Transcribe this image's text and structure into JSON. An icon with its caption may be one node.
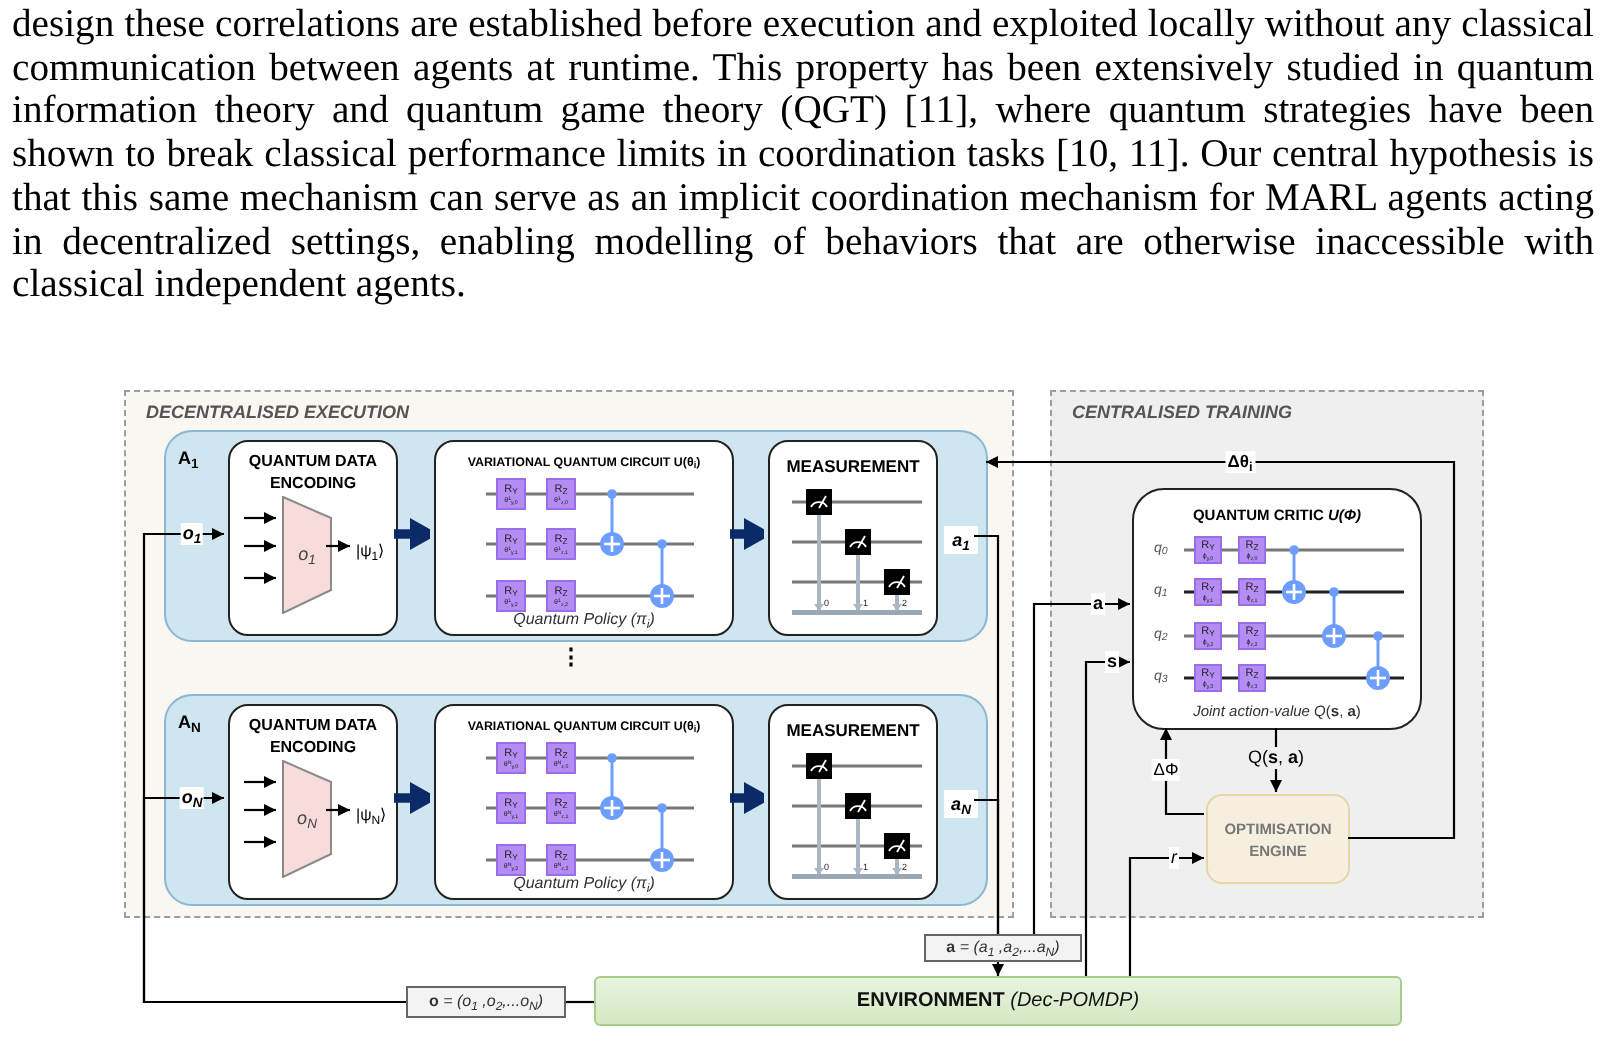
{
  "diagram": {
    "nodes": [
      {
        "text": [
          "DECENTRALISED EXECUTION"
        ]
      },
      {
        "text": [
          "A$_{1}$"
        ],
        "in": 0
      },
      {
        "text": [
          "QUANTUM DATA ENCODING"
        ],
        "in": 1
      },
      {
        "text": [
          "o$_{1}$"
        ],
        "in": 2
      },
      {
        "text": [
          "|ψ$_{1}$⟩"
        ],
        "in": 2
      },
      {
        "text": [
          "VARIATIONAL QUANTUM CIRCUIT U(θ$_{i}$)",
          "Quantum Policy (π$_{i}$)"
        ],
        "in": 1
      },
      {
        "text": [
          "R$_{Y}$",
          "θ$^{1}$$_{y,0}$"
        ],
        "in": 5
      },
      {
        "text": [
          "R$_{Z}$",
          "θ$^{1}$$_{z,0}$"
        ],
        "in": 5
      },
      {
        "text": [
          "R$_{Y}$",
          "θ$^{1}$$_{y,1}$"
        ],
        "in": 5
      },
      {
        "text": [
          "R$_{Z}$",
          "θ$^{1}$$_{z,1}$"
        ],
        "in": 5
      },
      {
        "text": [
          "R$_{Y}$",
          "θ$^{1}$$_{y,2}$"
        ],
        "in": 5
      },
      {
        "text": [
          "R$_{Z}$",
          "θ$^{1}$$_{z,2}$"
        ],
        "in": 5
      },
      {
        "text": [
          "MEASUREMENT",
          "0",
          "1",
          "2"
        ],
        "in": 1
      },
      {
        "text": [
          "a$_{1}$"
        ],
        "in": 1
      },
      {
        "text": [
          "A$_{N}$"
        ],
        "in": 0
      },
      {
        "text": [
          "QUANTUM DATA ENCODING"
        ],
        "in": 14
      },
      {
        "text": [
          "o$_{N}$"
        ],
        "in": 15
      },
      {
        "text": [
          "|ψ$_{N}$⟩"
        ],
        "in": 15
      },
      {
        "text": [
          "VARIATIONAL QUANTUM CIRCUIT U(θ$_{i}$)",
          "Quantum Policy (π$_{i}$)"
        ],
        "in": 14
      },
      {
        "text": [
          "R$_{Y}$",
          "θ$^{N}$$_{y,0}$"
        ],
        "in": 18
      },
      {
        "text": [
          "R$_{Z}$",
          "θ$^{N}$$_{z,0}$"
        ],
        "in": 18
      },
      {
        "text": [
          "R$_{Y}$",
          "θ$^{N}$$_{y,1}$"
        ],
        "in": 18
      },
      {
        "text": [
          "R$_{Z}$",
          "θ$^{N}$$_{z,1}$"
        ],
        "in": 18
      },
      {
        "text": [
          "R$_{Y}$",
          "θ$^{N}$$_{y,2}$"
        ],
        "in": 18
      },
      {
        "text": [
          "R$_{Z}$",
          "θ$^{N}$$_{z,2}$"
        ],
        "in": 18
      },
      {
        "text": [
          "MEASUREMENT",
          "0",
          "1",
          "2"
        ],
        "in": 14
      },
      {
        "text": [
          "a$_{N}$"
        ],
        "in": 14
      },
      {
        "text": [
          "CENTRALISED TRAINING"
        ]
      },
      {
        "text": [
          "QUANTUM CRITIC *U(Φ)*",
          "q$_{0}$",
          "q$_{1}$",
          "q$_{2}$",
          "q$_{3}$",
          "*Joint action-value Q*(**s**, **a**)"
        ],
        "in": 27
      },
      {
        "text": [
          "R$_{Y}$",
          "ϕ$_{y,0}$"
        ],
        "in": 28
      },
      {
        "text": [
          "R$_{Z}$",
          "ϕ$_{z,0}$"
        ],
        "in": 28
      },
      {
        "text": [
          "R$_{Y}$",
          "ϕ$_{y,1}$"
        ],
        "in": 28
      },
      {
        "text": [
          "R$_{Z}$",
          "ϕ$_{z,1}$"
        ],
        "in": 28
      },
      {
        "text": [
          "R$_{Y}$",
          "ϕ$_{y,2}$"
        ],
        "in": 28
      },
      {
        "text": [
          "R$_{Z}$",
          "ϕ$_{z,2}$"
        ],
        "in": 28
      },
      {
        "text": [
          "R$_{Y}$",
          "ϕ$_{y,3}$"
        ],
        "in": 28
      },
      {
        "text": [
          "R$_{Z}$",
          "ϕ$_{z,3}$"
        ],
        "in": 28
      },
      {
        "text": [
          "OPTIMISATION ENGINE"
        ],
        "in": 27
      },
      {
        "text": [
          "**ENVIRONMENT** *(Dec-POMDP)*"
        ]
      },
      {
        "text": [
          "**o** = (o$_{1}$ ,o$_{2}$,...o$_{N}$)"
        ]
      },
      {
        "text": [
          "**a** = (a$_{1}$ ,a$_{2}$,...a$_{N}$)"
        ]
      }
    ],
    "edges": [
      {
        "from": null,
        "to": 3,
        "arrow": "to"
      },
      {
        "from": null,
        "to": 3,
        "arrow": "to"
      },
      {
        "from": null,
        "to": 3,
        "arrow": "to"
      },
      {
        "from": 3,
        "to": 4,
        "arrow": "to"
      },
      {
        "from": 2,
        "to": 5,
        "arrow": "to",
        "style": "thick",
        "color": "#0b2b68"
      },
      {
        "from": 5,
        "to": 12,
        "arrow": "to",
        "style": "thick",
        "color": "#0b2b68"
      },
      {
        "from": null,
        "to": 16,
        "arrow": "to"
      },
      {
        "from": null,
        "to": 16,
        "arrow": "to"
      },
      {
        "from": null,
        "to": 16,
        "arrow": "to"
      },
      {
        "from": 16,
        "to": 17,
        "arrow": "to"
      },
      {
        "from": 15,
        "to": 18,
        "arrow": "to",
        "style": "thick",
        "color": "#0b2b68"
      },
      {
        "from": 18,
        "to": 25,
        "arrow": "to",
        "style": "thick",
        "color": "#0b2b68"
      },
      {
        "from": 39,
        "to": 2,
        "arrow": "to",
        "label": "o$_{1}$"
      },
      {
        "from": 39,
        "to": 15,
        "arrow": "to",
        "label": "o$_{N}$"
      },
      {
        "from": 38,
        "to": 39,
        "arrow": "none"
      },
      {
        "from": 13,
        "to": 40,
        "arrow": "none"
      },
      {
        "from": 26,
        "to": 40,
        "arrow": "none"
      },
      {
        "from": 40,
        "to": 38,
        "arrow": "to"
      },
      {
        "from": 40,
        "to": 28,
        "arrow": "to",
        "label": "a"
      },
      {
        "from": 38,
        "to": 28,
        "arrow": "to",
        "label": "s"
      },
      {
        "from": 38,
        "to": 37,
        "arrow": "to",
        "label": "r"
      },
      {
        "from": 28,
        "to": 37,
        "arrow": "to",
        "label": "Q(**s**, **a**)"
      },
      {
        "from": 37,
        "to": 28,
        "arrow": "to",
        "label": "ΔΦ"
      },
      {
        "from": 37,
        "to": 1,
        "arrow": "to",
        "label": "Δθ$_{i}$"
      }
    ],
    "labels": [
      "design these correlations are established before execution and exploited locally without any classical communication between agents at runtime. This property has been extensively studied in quantum information theory and quantum game theory (QGT) [11], where quantum strategies have been shown to break classical performance limits in coordination tasks [10, 11]. Our central hypothesis is that this same mechanism can serve as an implicit coordination mechanism for MARL agents acting in decentralized settings, enabling modelling of behaviors that are otherwise inaccessible with classical independent agents.",
      "⋮"
    ]
  }
}
